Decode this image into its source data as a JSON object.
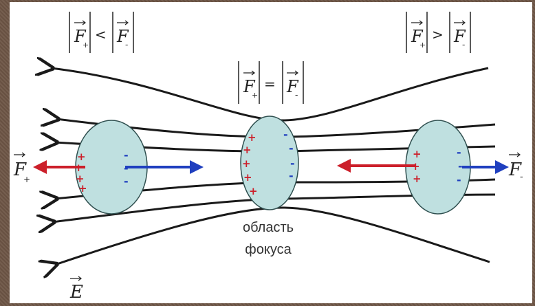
{
  "colors": {
    "field_line": "#1a1a1a",
    "sphere_fill": "#bfe0e0",
    "sphere_stroke": "#2f4f4f",
    "positive": "#cc1f2a",
    "negative": "#1f3fbf",
    "text": "#222222"
  },
  "formulas": {
    "left": {
      "lhs": "F",
      "lhs_sub": "+",
      "op": "<",
      "rhs": "F",
      "rhs_sub": "-"
    },
    "center": {
      "lhs": "F",
      "lhs_sub": "+",
      "op": "=",
      "rhs": "F",
      "rhs_sub": "-"
    },
    "right": {
      "lhs": "F",
      "lhs_sub": "+",
      "op": ">",
      "rhs": "F",
      "rhs_sub": "-"
    }
  },
  "force_labels": {
    "left": {
      "symbol": "F",
      "sub": "+"
    },
    "right": {
      "symbol": "F",
      "sub": "-"
    }
  },
  "field_label": "E",
  "focus_label": {
    "line1": "область",
    "line2": "фокуса"
  },
  "charges": {
    "plus": "+",
    "minus": "-"
  }
}
